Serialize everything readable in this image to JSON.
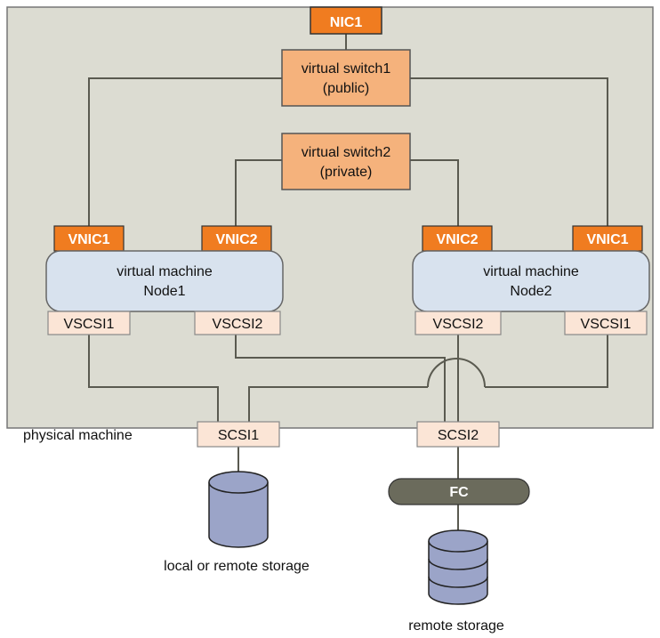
{
  "diagram": {
    "host_label": "physical machine",
    "nic": "NIC1",
    "switch1": {
      "line1": "virtual switch1",
      "line2": "(public)"
    },
    "switch2": {
      "line1": "virtual switch2",
      "line2": "(private)"
    },
    "node1": {
      "line1": "virtual machine",
      "line2": "Node1",
      "vnic_left": "VNIC1",
      "vnic_right": "VNIC2",
      "vscsi_left": "VSCSI1",
      "vscsi_right": "VSCSI2"
    },
    "node2": {
      "line1": "virtual machine",
      "line2": "Node2",
      "vnic_left": "VNIC2",
      "vnic_right": "VNIC1",
      "vscsi_left": "VSCSI2",
      "vscsi_right": "VSCSI1"
    },
    "scsi1": "SCSI1",
    "scsi2": "SCSI2",
    "fc": "FC",
    "local_storage_label": "local or remote storage",
    "remote_storage_label": "remote storage"
  },
  "colors": {
    "host_fill": "#dcdcd2",
    "nic_fill": "#f07c20",
    "switch_fill": "#f5b27c",
    "vm_fill": "#d8e2ee",
    "scsi_fill": "#fbe5d6",
    "fc_fill": "#6b6b5c",
    "disk_fill": "#9ba4c8",
    "wire": "#5a5a50"
  }
}
